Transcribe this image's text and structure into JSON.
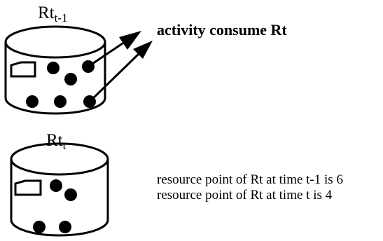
{
  "top_label": {
    "base": "Rt",
    "sub": "t-1"
  },
  "bottom_label": {
    "base": "Rt",
    "sub": "t"
  },
  "activity_text": "activity consume Rt",
  "notes": [
    "resource point of Rt at time t-1 is 6",
    "resource point of Rt at time t is 4"
  ],
  "top_container": {
    "resource_points": 6
  },
  "bottom_container": {
    "resource_points": 4
  },
  "colors": {
    "ink": "#000000",
    "background": "#ffffff"
  },
  "icons": [
    "cylinder",
    "resource-dot",
    "arrow",
    "tag"
  ]
}
